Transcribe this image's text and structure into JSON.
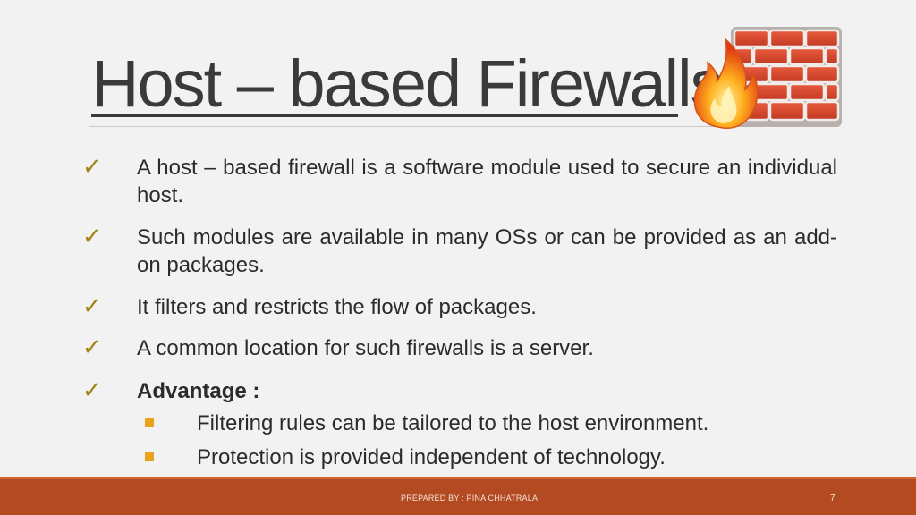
{
  "slide": {
    "title": "Host – based Firewalls",
    "bullets": [
      {
        "text": "A host – based firewall is a software module used to secure an individual host."
      },
      {
        "text": "Such modules are available in many OSs or can be provided as an add-on packages."
      },
      {
        "text": "It filters and restricts the flow of packages."
      },
      {
        "text": "A common location for such firewalls is a server."
      },
      {
        "text": "Advantage :"
      }
    ],
    "sub_bullets": [
      {
        "text": "Filtering rules can be tailored to the host environment."
      },
      {
        "text": "Protection is provided independent of technology."
      }
    ],
    "icons": {
      "check": "checkmark-icon",
      "square": "square-bullet-icon",
      "emblem": "firewall-icon"
    },
    "colors": {
      "accent": "#b34a22",
      "check": "#a38216",
      "sub_bullet": "#e8a21c",
      "brick": "#d9442a"
    }
  },
  "footer": {
    "prepared_by": "PREPARED BY : PINA CHHATRALA",
    "page_number": "7"
  }
}
